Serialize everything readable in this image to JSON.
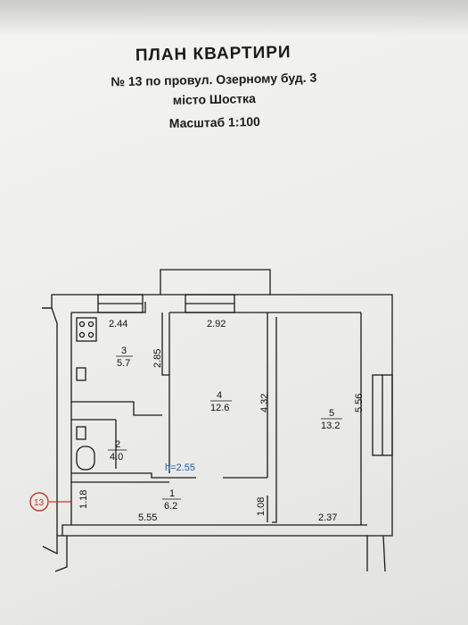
{
  "header": {
    "title": "ПЛАН КВАРТИРИ",
    "address": "№ 13 по провул. Озерному буд. 3",
    "city": "місто Шостка",
    "scale": "Масштаб 1:100"
  },
  "plan": {
    "apartment_marker": "13",
    "ceiling_height": "h=2.55",
    "rooms": [
      {
        "number": "1",
        "area": "6.2"
      },
      {
        "number": "2",
        "area": "4.0"
      },
      {
        "number": "3",
        "area": "5.7"
      },
      {
        "number": "4",
        "area": "12.6"
      },
      {
        "number": "5",
        "area": "13.2"
      }
    ],
    "dimensions": {
      "kitchen_width": "2.44",
      "room4_width": "2.92",
      "kitchen_depth": "2.85",
      "room4_depth": "4.32",
      "room5_depth": "5.56",
      "hall_width": "5.55",
      "hall_left": "1.18",
      "hall_right": "1.08",
      "room5_width": "2.37"
    },
    "colors": {
      "line": "#1a1a1a",
      "marker_red": "#c0392b",
      "height_blue": "#1f5fa8"
    }
  }
}
